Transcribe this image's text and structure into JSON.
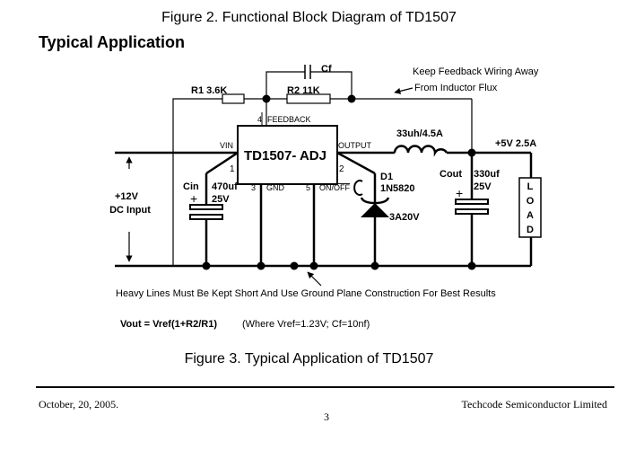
{
  "figure2_caption": "Figure 2. Functional Block Diagram of TD1507",
  "section_title": "Typical Application",
  "circuit": {
    "ic_label": "TD1507- ADJ",
    "pins": {
      "vin": "VIN",
      "pin1": "1",
      "pin2": "2",
      "pin3": "3",
      "pin4": "4",
      "pin5": "5",
      "feedback": "FEEDBACK",
      "output": "OUTPUT",
      "gnd": "GND",
      "onoff": "ON/OFF"
    },
    "components": {
      "r1": "R1  3.6K",
      "r2": "R2  11K",
      "cf": "Cf",
      "inductor": "33uh/4.5A",
      "d1": "D1",
      "d1_part": "1N5820",
      "d1_rating": "3A20V",
      "cin": "Cin",
      "cin_value": "470uf",
      "cin_voltage": "25V",
      "cout": "Cout",
      "cout_value": "330uf",
      "cout_voltage": "25V",
      "load_letters": [
        "L",
        "O",
        "A",
        "D"
      ],
      "plus": "+"
    },
    "labels": {
      "output_voltage": "+5V 2.5A",
      "input_line1": "+12V",
      "input_line2": "DC Input",
      "note_line1": "Keep Feedback Wiring Away",
      "note_line2": "From Inductor Flux",
      "ground_note": "Heavy Lines Must Be Kept Short And Use Ground Plane Construction For Best Results",
      "formula": "Vout = Vref(1+R2/R1)",
      "formula_note": "(Where Vref=1.23V;  Cf=10nf)"
    }
  },
  "figure3_caption": "Figure 3. Typical Application of TD1507",
  "footer": {
    "date": "October, 20, 2005.",
    "company": "Techcode Semiconductor Limited",
    "page": "3"
  }
}
